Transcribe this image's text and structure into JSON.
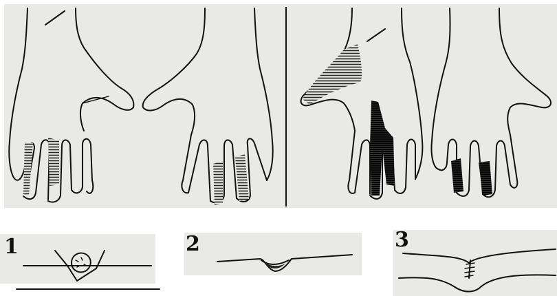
{
  "figure": {
    "step_labels": [
      "1",
      "2",
      "3"
    ]
  }
}
